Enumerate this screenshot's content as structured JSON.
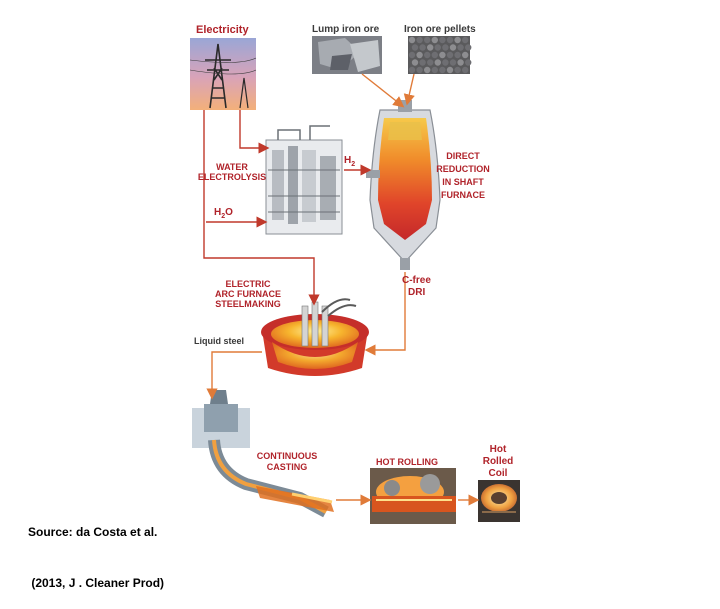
{
  "labels": {
    "electricity": "Electricity",
    "lump_iron_ore": "Lump iron ore",
    "iron_ore_pellets": "Iron ore pellets",
    "water_electrolysis": [
      "WATER",
      "ELECTROLYSIS"
    ],
    "h2": "H",
    "h2_sub": "2",
    "h2o": "H",
    "h2o_sub": "2",
    "h2o_tail": "O",
    "direct_reduction": [
      "DIRECT",
      "REDUCTION",
      "IN SHAFT",
      "FURNACE"
    ],
    "c_free_dri": [
      "C-free",
      "DRI"
    ],
    "eaf": [
      "ELECTRIC",
      "ARC FURNACE",
      "STEELMAKING"
    ],
    "liquid_steel": "Liquid steel",
    "continuous_casting": [
      "CONTINUOUS",
      "CASTING"
    ],
    "hot_rolling": "HOT ROLLING",
    "hot_rolled_coil": [
      "Hot",
      "Rolled",
      "Coil"
    ]
  },
  "source": [
    "Source: da Costa et al.",
    " (2013, J . Cleaner Prod)"
  ],
  "colors": {
    "arrow_red": "#c0392b",
    "arrow_orange": "#e07b39",
    "label_red": "#b0232a",
    "label_dark": "#3a3a3a"
  }
}
